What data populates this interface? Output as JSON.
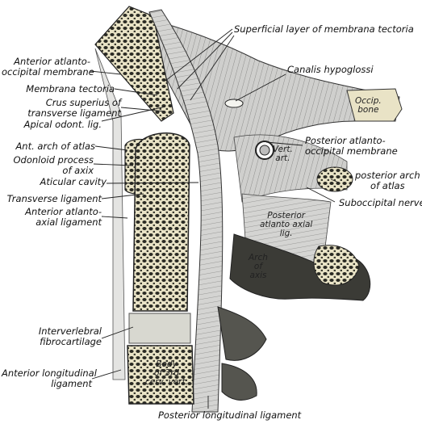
{
  "labels": {
    "anterior_atlanto_occipital": "Anterior atlanto-\noccipital membrane",
    "membrana_tectoria": "Membrana tectoria",
    "crus_superius": "Crus superius of\ntransverse ligament",
    "apical_odont": "Apical odont. lig.",
    "ant_arch_atlas": "Ant. arch of atlas",
    "odontoid_process": "Odonloid process\nof axix",
    "aticular_cavity": "Aticular cavity",
    "transverse_ligament": "Transverse ligament",
    "anterior_atlanto_axial": "Anterior atlanto-\naxial ligament",
    "intervertebral_fibrocartilage": "Interverlebral\nfibrocartilage",
    "anterior_longitudinal": "Anterior longitudinal\nligament",
    "superficial_tectoria": "Superficial layer of membrana tectoria",
    "canalis_hypoglossi": "Canalis hypoglossi",
    "posterior_atlanto_occipital": "Posterior atlanto-\noccipital membrane",
    "posterior_arch_atlas": "posterior arch\nof atlas",
    "suboccipital_nerve": "Suboccipital nerve",
    "posterior_longitudinal": "Posterior longitudinal ligament"
  },
  "inner_labels": {
    "occip_bone": "Occip.\nbone",
    "vert_art": "Vert.\nart.",
    "posterior_atlanto_axial": "Posterior\natlanto axial\nlig.",
    "arch_of_axis": "Arch\nof\naxis",
    "body_3rd": "Body\nof 3rd\ncerv. vert."
  },
  "colors": {
    "bone": "#e9e3c6",
    "bone_dark": "#2a2a24",
    "ligament": "#d4d4d2",
    "line": "#222222"
  }
}
